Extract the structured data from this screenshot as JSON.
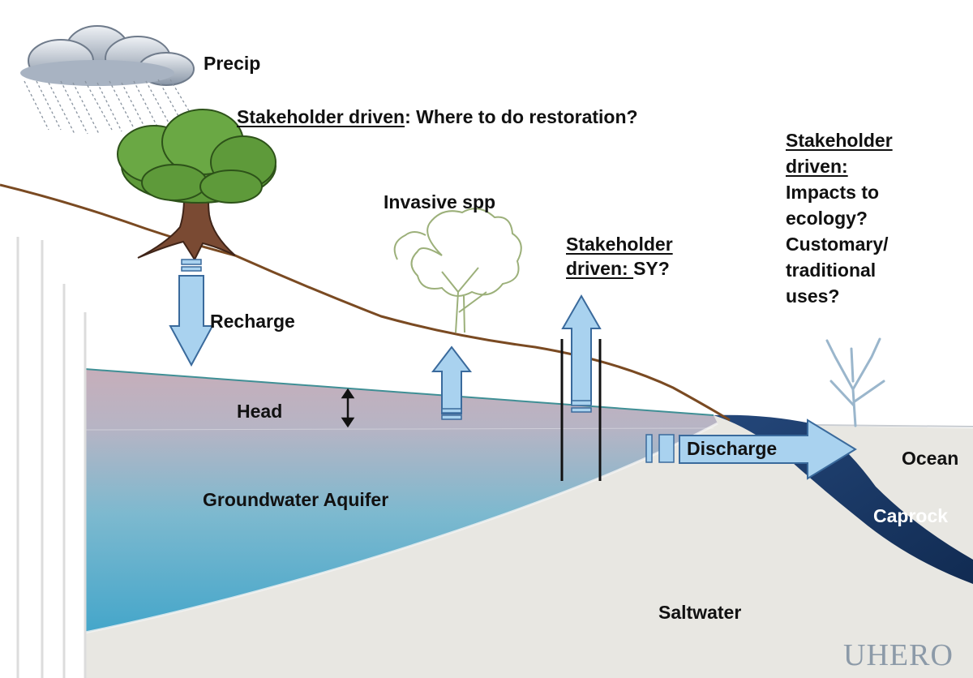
{
  "diagram": {
    "labels": {
      "precip": "Precip",
      "stakeholder_restoration_underlined": "Stakeholder driven",
      "stakeholder_restoration_rest": ": Where to do restoration?",
      "invasive": "Invasive spp",
      "stakeholder_sy_line1": "Stakeholder",
      "stakeholder_sy_line2_underlined": "driven: ",
      "stakeholder_sy_line2_rest": "SY?",
      "stakeholder_ecology_line1": "Stakeholder",
      "stakeholder_ecology_line2": "driven:",
      "stakeholder_ecology_line3": "Impacts to",
      "stakeholder_ecology_line4": "ecology?",
      "stakeholder_ecology_line5": "Customary/",
      "stakeholder_ecology_line6": "traditional",
      "stakeholder_ecology_line7": "uses?",
      "recharge": "Recharge",
      "head": "Head",
      "discharge": "Discharge",
      "ocean": "Ocean",
      "aquifer": "Groundwater Aquifer",
      "caprock": "Caprock",
      "saltwater": "Saltwater",
      "logo": "UHERO"
    },
    "colors": {
      "ground_line": "#7a4a22",
      "head_zone": "#dcbcc4",
      "aquifer_top": "#c0a9b6",
      "aquifer_bottom": "#4aa7c9",
      "saltwater": "#e9e8e3",
      "caprock": "#1b3a66",
      "arrow_fill": "#a9d2ef",
      "arrow_stroke": "#3a6a9c",
      "tree_canopy": "#5e9a3a",
      "tree_trunk": "#7a4a33",
      "invasive_tree": "#9cb07a",
      "coral": "#9ab6cc"
    }
  }
}
